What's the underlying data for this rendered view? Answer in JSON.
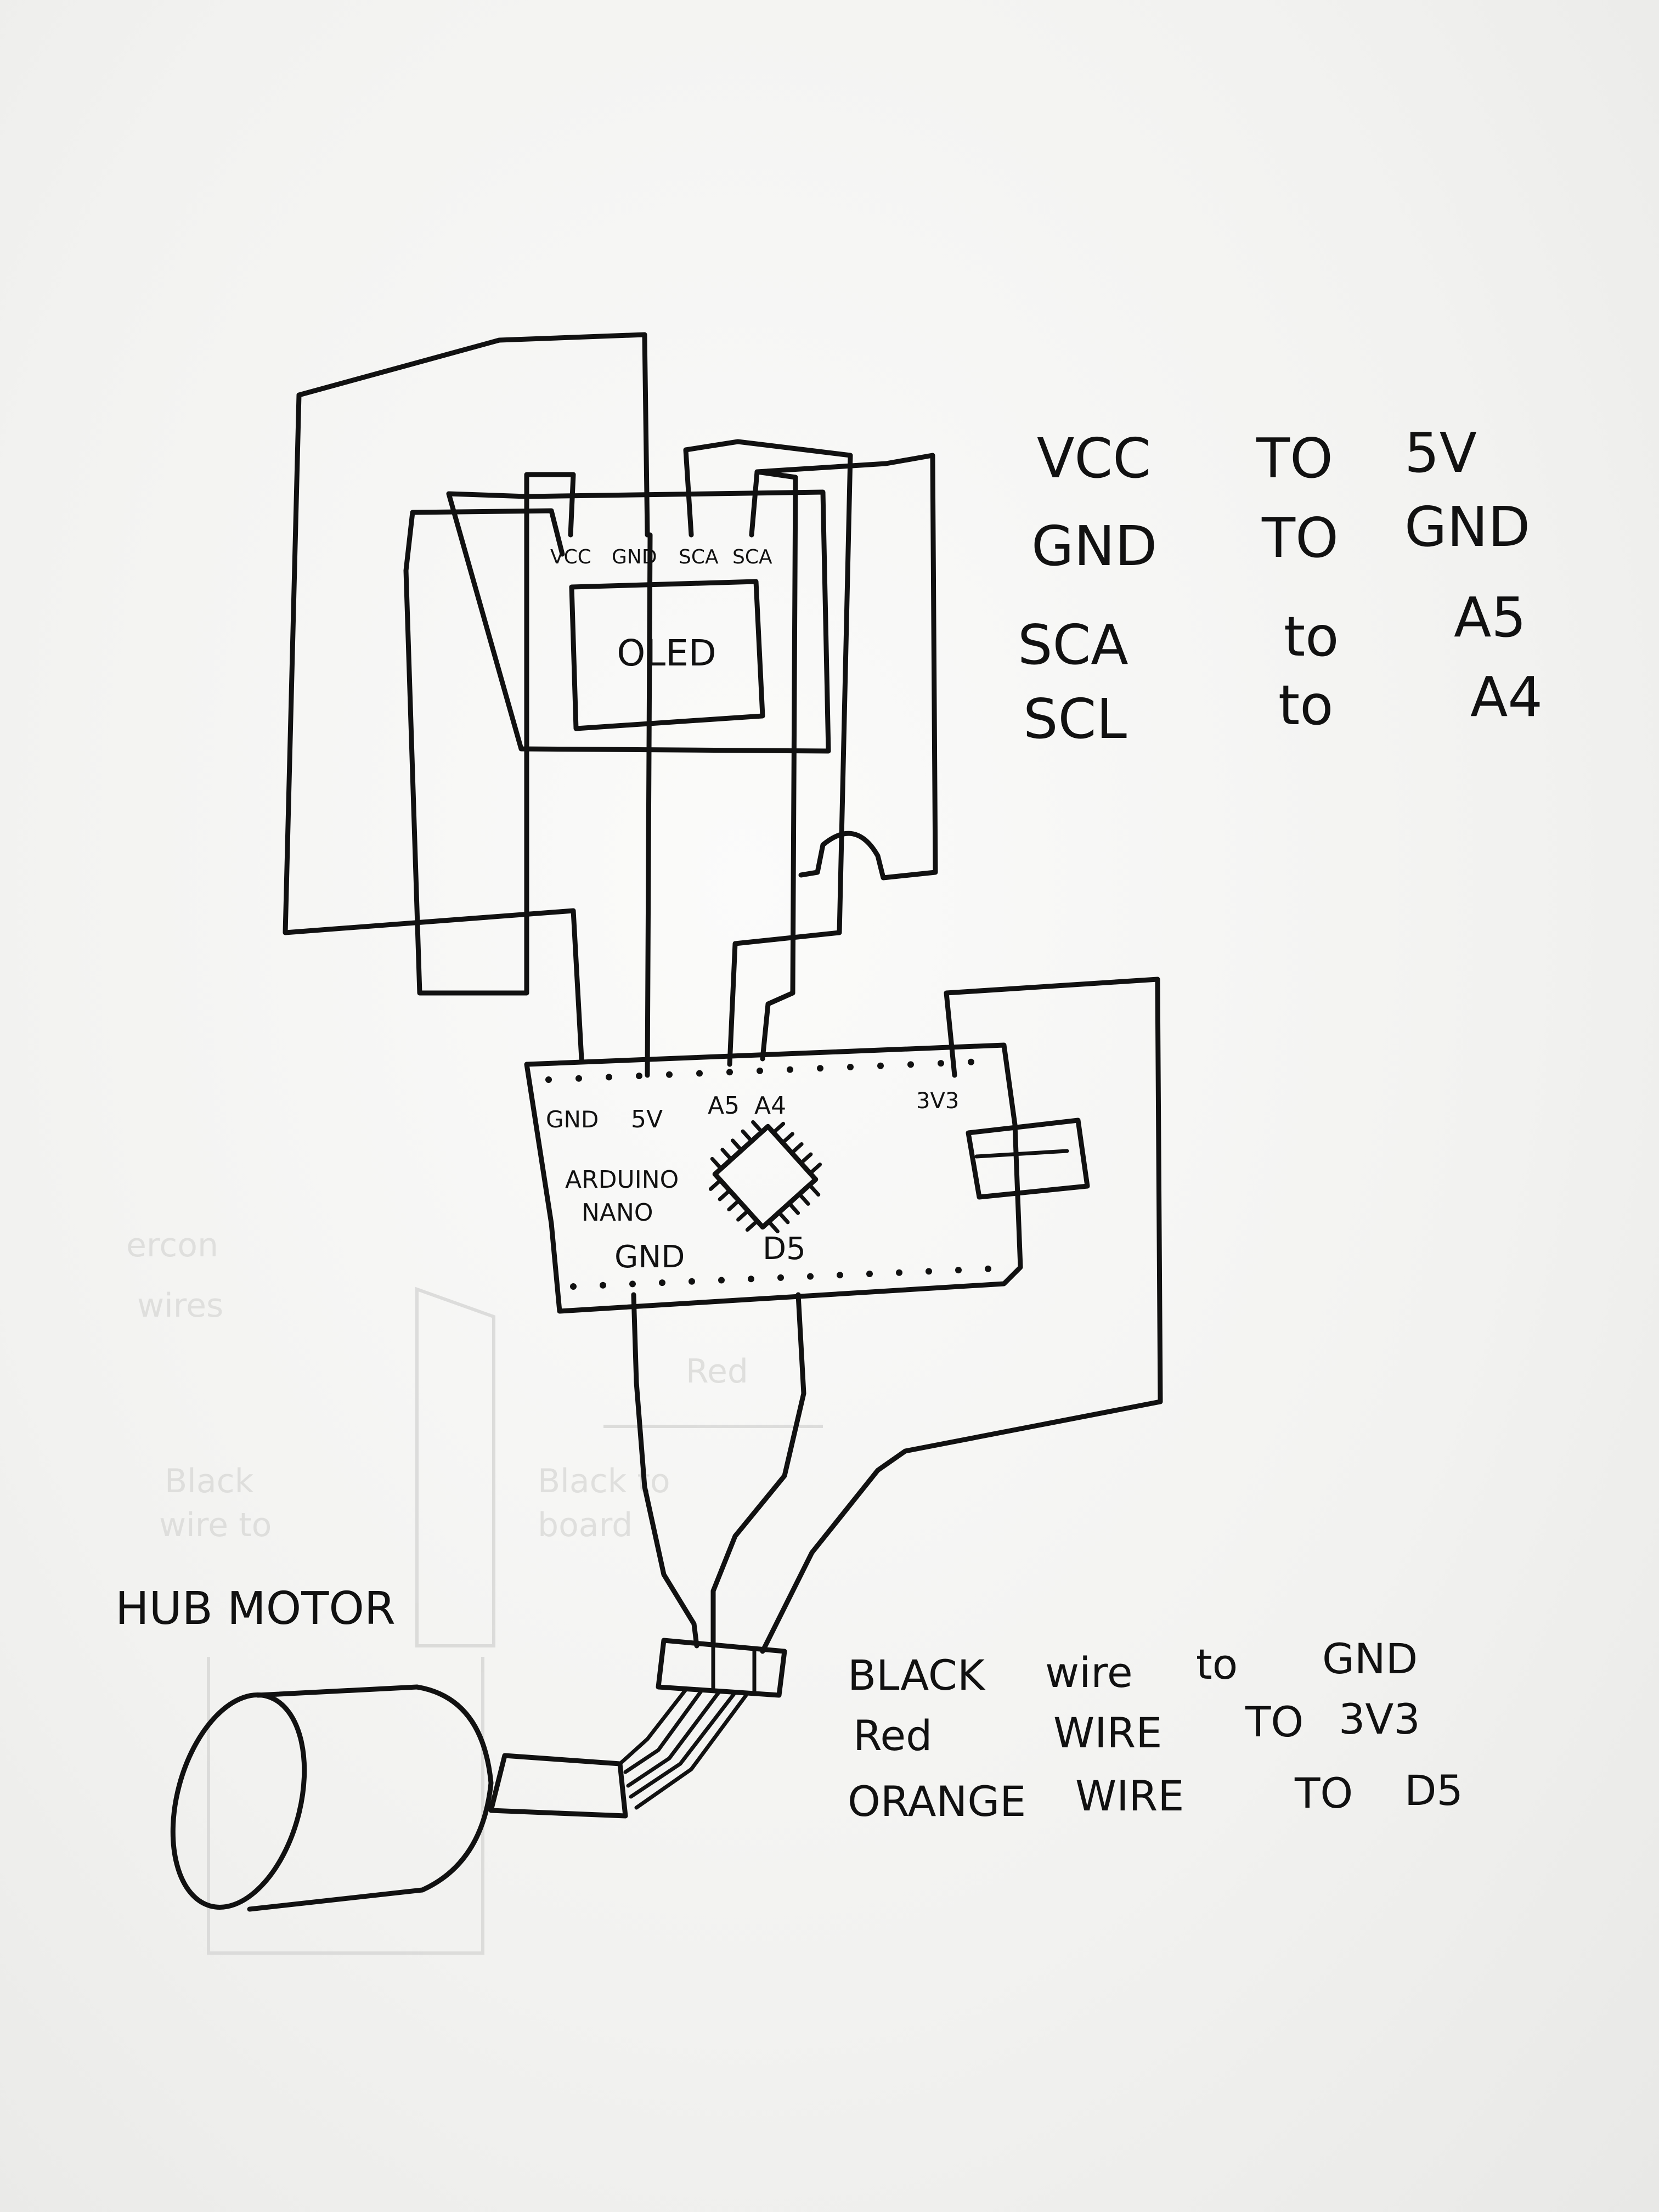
{
  "oled": {
    "label": "OLED",
    "pins": [
      "VCC",
      "GND",
      "SCA",
      "SCA"
    ]
  },
  "nano": {
    "label_line1": "ARDUINO",
    "label_line2": "NANO",
    "top_pins": [
      "GND",
      "5V",
      "A5",
      "A4"
    ],
    "right_pin": "3V3",
    "bottom_pins": [
      "GND",
      "D5"
    ]
  },
  "motor": {
    "label": "HUB MOTOR"
  },
  "oled_notes": [
    {
      "from": "VCC",
      "to_word": "TO",
      "target": "5V"
    },
    {
      "from": "GND",
      "to_word": "TO",
      "target": "GND"
    },
    {
      "from": "SCA",
      "to_word": "to",
      "target": "A5"
    },
    {
      "from": "SCL",
      "to_word": "to",
      "target": "A4"
    }
  ],
  "motor_notes": [
    {
      "wire": "BLACK",
      "word": "wire",
      "to_word": "to",
      "target": "GND"
    },
    {
      "wire": "Red",
      "word": "WIRE",
      "to_word": "TO",
      "target": "3V3"
    },
    {
      "wire": "ORANGE",
      "word": "WIRE",
      "to_word": "TO",
      "target": "D5"
    }
  ]
}
